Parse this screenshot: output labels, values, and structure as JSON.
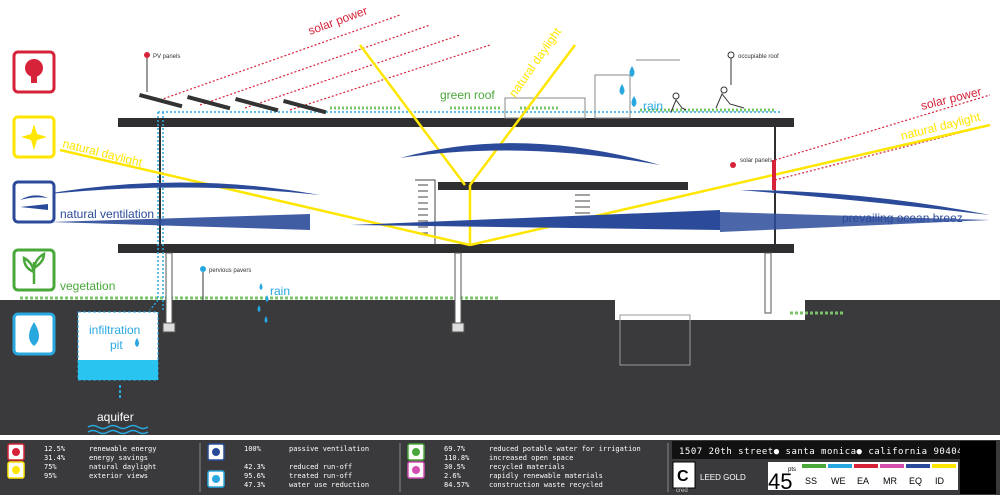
{
  "diagram": {
    "labels": {
      "solar_power_top": "solar power",
      "solar_power_right": "solar power",
      "natural_daylight_top": "natural daylight",
      "natural_daylight_right": "natural daylight",
      "natural_daylight_left": "natural daylight",
      "pv_panels": "PV panels",
      "green_roof": "green roof",
      "occupiable_roof": "occupiable roof",
      "rain_roof": "rain",
      "rain_ground": "rain",
      "solar_panels": "solar panels",
      "natural_ventilation": "natural ventilation",
      "prevailing_breeze": "prevailing ocean breez",
      "vegetation": "vegetation",
      "pervious_pavers": "pervious pavers",
      "infiltration": "infiltration",
      "pit": "pit",
      "aquifer": "aquifer"
    },
    "category_icons": [
      {
        "name": "energy-bulb-icon",
        "color": "#d6233a"
      },
      {
        "name": "daylight-sun-icon",
        "color": "#ffe600"
      },
      {
        "name": "ventilation-wind-icon",
        "color": "#2b4b9a"
      },
      {
        "name": "vegetation-leaf-icon",
        "color": "#4aa83a"
      },
      {
        "name": "water-drop-icon",
        "color": "#29a8e0"
      }
    ]
  },
  "legend": {
    "groups": [
      {
        "rows": [
          {
            "icon": "bulb-icon",
            "color": "#d6233a",
            "pct": "12.5%",
            "text": "renewable energy"
          },
          {
            "icon": "",
            "color": "",
            "pct": "31.4%",
            "text": "energy savings"
          },
          {
            "icon": "sun-icon",
            "color": "#ffe600",
            "pct": "75%",
            "text": "natural daylight"
          },
          {
            "icon": "",
            "color": "",
            "pct": "95%",
            "text": "exterior views"
          }
        ]
      },
      {
        "rows": [
          {
            "icon": "wind-icon",
            "color": "#2b4b9a",
            "pct": "100%",
            "text": "passive ventilation"
          },
          {
            "icon": "",
            "color": "",
            "pct": "",
            "text": ""
          },
          {
            "icon": "",
            "color": "",
            "pct": "42.3%",
            "text": "reduced run-off"
          },
          {
            "icon": "drop-icon",
            "color": "#29a8e0",
            "pct": "95.6%",
            "text": "treated run-off"
          },
          {
            "icon": "",
            "color": "",
            "pct": "47.3%",
            "text": "water use reduction"
          }
        ]
      },
      {
        "rows": [
          {
            "icon": "leaf-icon",
            "color": "#4aa83a",
            "pct": "69.7%",
            "text": "reduced potable water for irrigation"
          },
          {
            "icon": "",
            "color": "",
            "pct": "110.8%",
            "text": "increased open space"
          },
          {
            "icon": "recycle-icon",
            "color": "#d44fb0",
            "pct": "30.5%",
            "text": "recycled materials"
          },
          {
            "icon": "",
            "color": "",
            "pct": "2.6%",
            "text": "rapidly renewable materials"
          },
          {
            "icon": "",
            "color": "",
            "pct": "84.57%",
            "text": "construction waste recycled"
          }
        ]
      }
    ],
    "address": "1507 20th street● santa monica● california 90404",
    "cred_letter": "C",
    "cred_label": "cred",
    "leed_label": "LEED GOLD",
    "points": "45",
    "points_unit": "pts",
    "categories": [
      {
        "code": "SS",
        "color": "#4aa83a"
      },
      {
        "code": "WE",
        "color": "#29a8e0"
      },
      {
        "code": "EA",
        "color": "#d6233a"
      },
      {
        "code": "MR",
        "color": "#d44fb0"
      },
      {
        "code": "EQ",
        "color": "#2b4b9a"
      },
      {
        "code": "ID",
        "color": "#ffe600"
      }
    ]
  }
}
